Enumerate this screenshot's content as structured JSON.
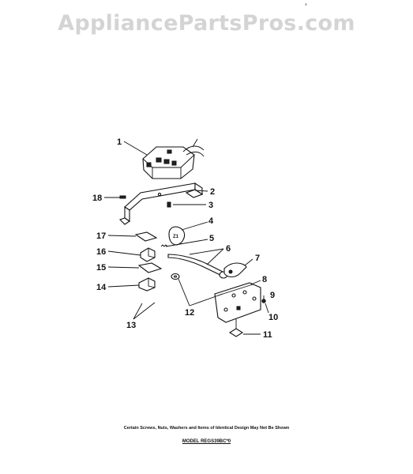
{
  "watermark": "AppliancePartsPros.com",
  "header_tick": "’",
  "callouts": [
    "1",
    "2",
    "3",
    "4",
    "5",
    "6",
    "7",
    "8",
    "9",
    "10",
    "11",
    "12",
    "13",
    "14",
    "15",
    "16",
    "17",
    "18"
  ],
  "part4_marking": "Z1",
  "footnote": "Certain Screws, Nuts, Washers and Items of Identical Design May Not Be Shown",
  "model_label": "MODEL REGS39BC*0"
}
